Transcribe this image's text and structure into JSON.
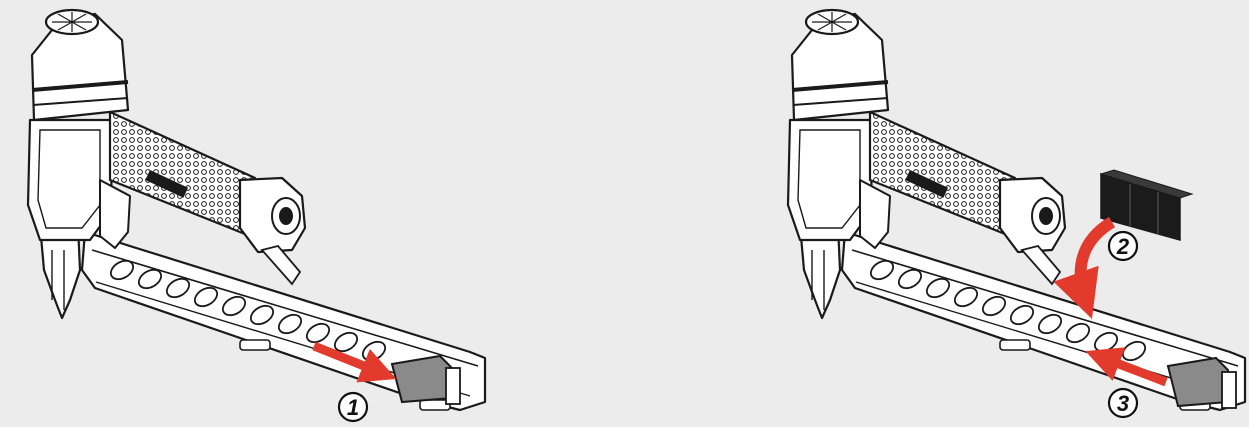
{
  "figure": {
    "background": "#ececec",
    "arrow_color": "#e23a2c",
    "line_color": "#1a1a1a",
    "fill_color": "#ffffff",
    "strip_color": "#1b1b1b"
  },
  "panels": [
    {
      "step_labels": [
        "1"
      ]
    },
    {
      "step_labels": [
        "2",
        "3"
      ]
    }
  ]
}
